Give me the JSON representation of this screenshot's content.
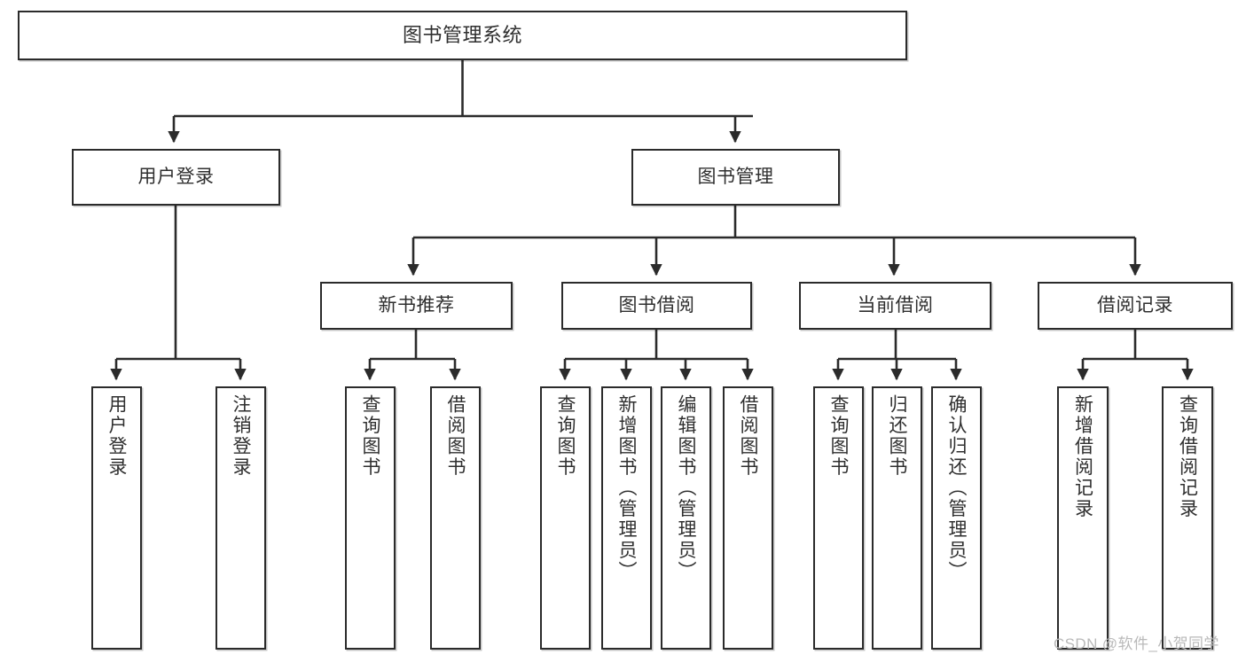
{
  "diagram": {
    "type": "tree-hierarchy",
    "title": "图书管理系统",
    "orientation": "top-down",
    "colors": {
      "box_border": "#2b2b2b",
      "box_fill": "#ffffff",
      "connector": "#2b2b2b",
      "text": "#2f2f2f",
      "watermark": "#b9b9b9",
      "background": "#ffffff"
    }
  },
  "watermark": "CSDN @软件_小贺同学",
  "nodes": {
    "root": {
      "label": "图书管理系统"
    },
    "level2": [
      {
        "id": "user-login",
        "label": "用户登录"
      },
      {
        "id": "book-manage",
        "label": "图书管理"
      }
    ],
    "level3": [
      {
        "id": "new-book-recommend",
        "label": "新书推荐"
      },
      {
        "id": "book-borrow",
        "label": "图书借阅"
      },
      {
        "id": "current-borrow",
        "label": "当前借阅"
      },
      {
        "id": "borrow-record",
        "label": "借阅记录"
      }
    ],
    "leaves": {
      "user-login": [
        {
          "id": "leaf-user-login",
          "label": "用户登录"
        },
        {
          "id": "leaf-logout-login",
          "label": "注销登录"
        }
      ],
      "new-book-recommend": [
        {
          "id": "leaf-query-book-1",
          "label": "查询图书"
        },
        {
          "id": "leaf-borrow-book-1",
          "label": "借阅图书"
        }
      ],
      "book-borrow": [
        {
          "id": "leaf-query-book-2",
          "label": "查询图书"
        },
        {
          "id": "leaf-add-book",
          "label": "新增图书（管理员）"
        },
        {
          "id": "leaf-edit-book",
          "label": "编辑图书（管理员）"
        },
        {
          "id": "leaf-borrow-book-2",
          "label": "借阅图书"
        }
      ],
      "current-borrow": [
        {
          "id": "leaf-query-book-3",
          "label": "查询图书"
        },
        {
          "id": "leaf-return-book",
          "label": "归还图书"
        },
        {
          "id": "leaf-confirm-return",
          "label": "确认归还（管理员）"
        }
      ],
      "borrow-record": [
        {
          "id": "leaf-add-record",
          "label": "新增借阅记录"
        },
        {
          "id": "leaf-query-record",
          "label": "查询借阅记录"
        }
      ]
    }
  }
}
